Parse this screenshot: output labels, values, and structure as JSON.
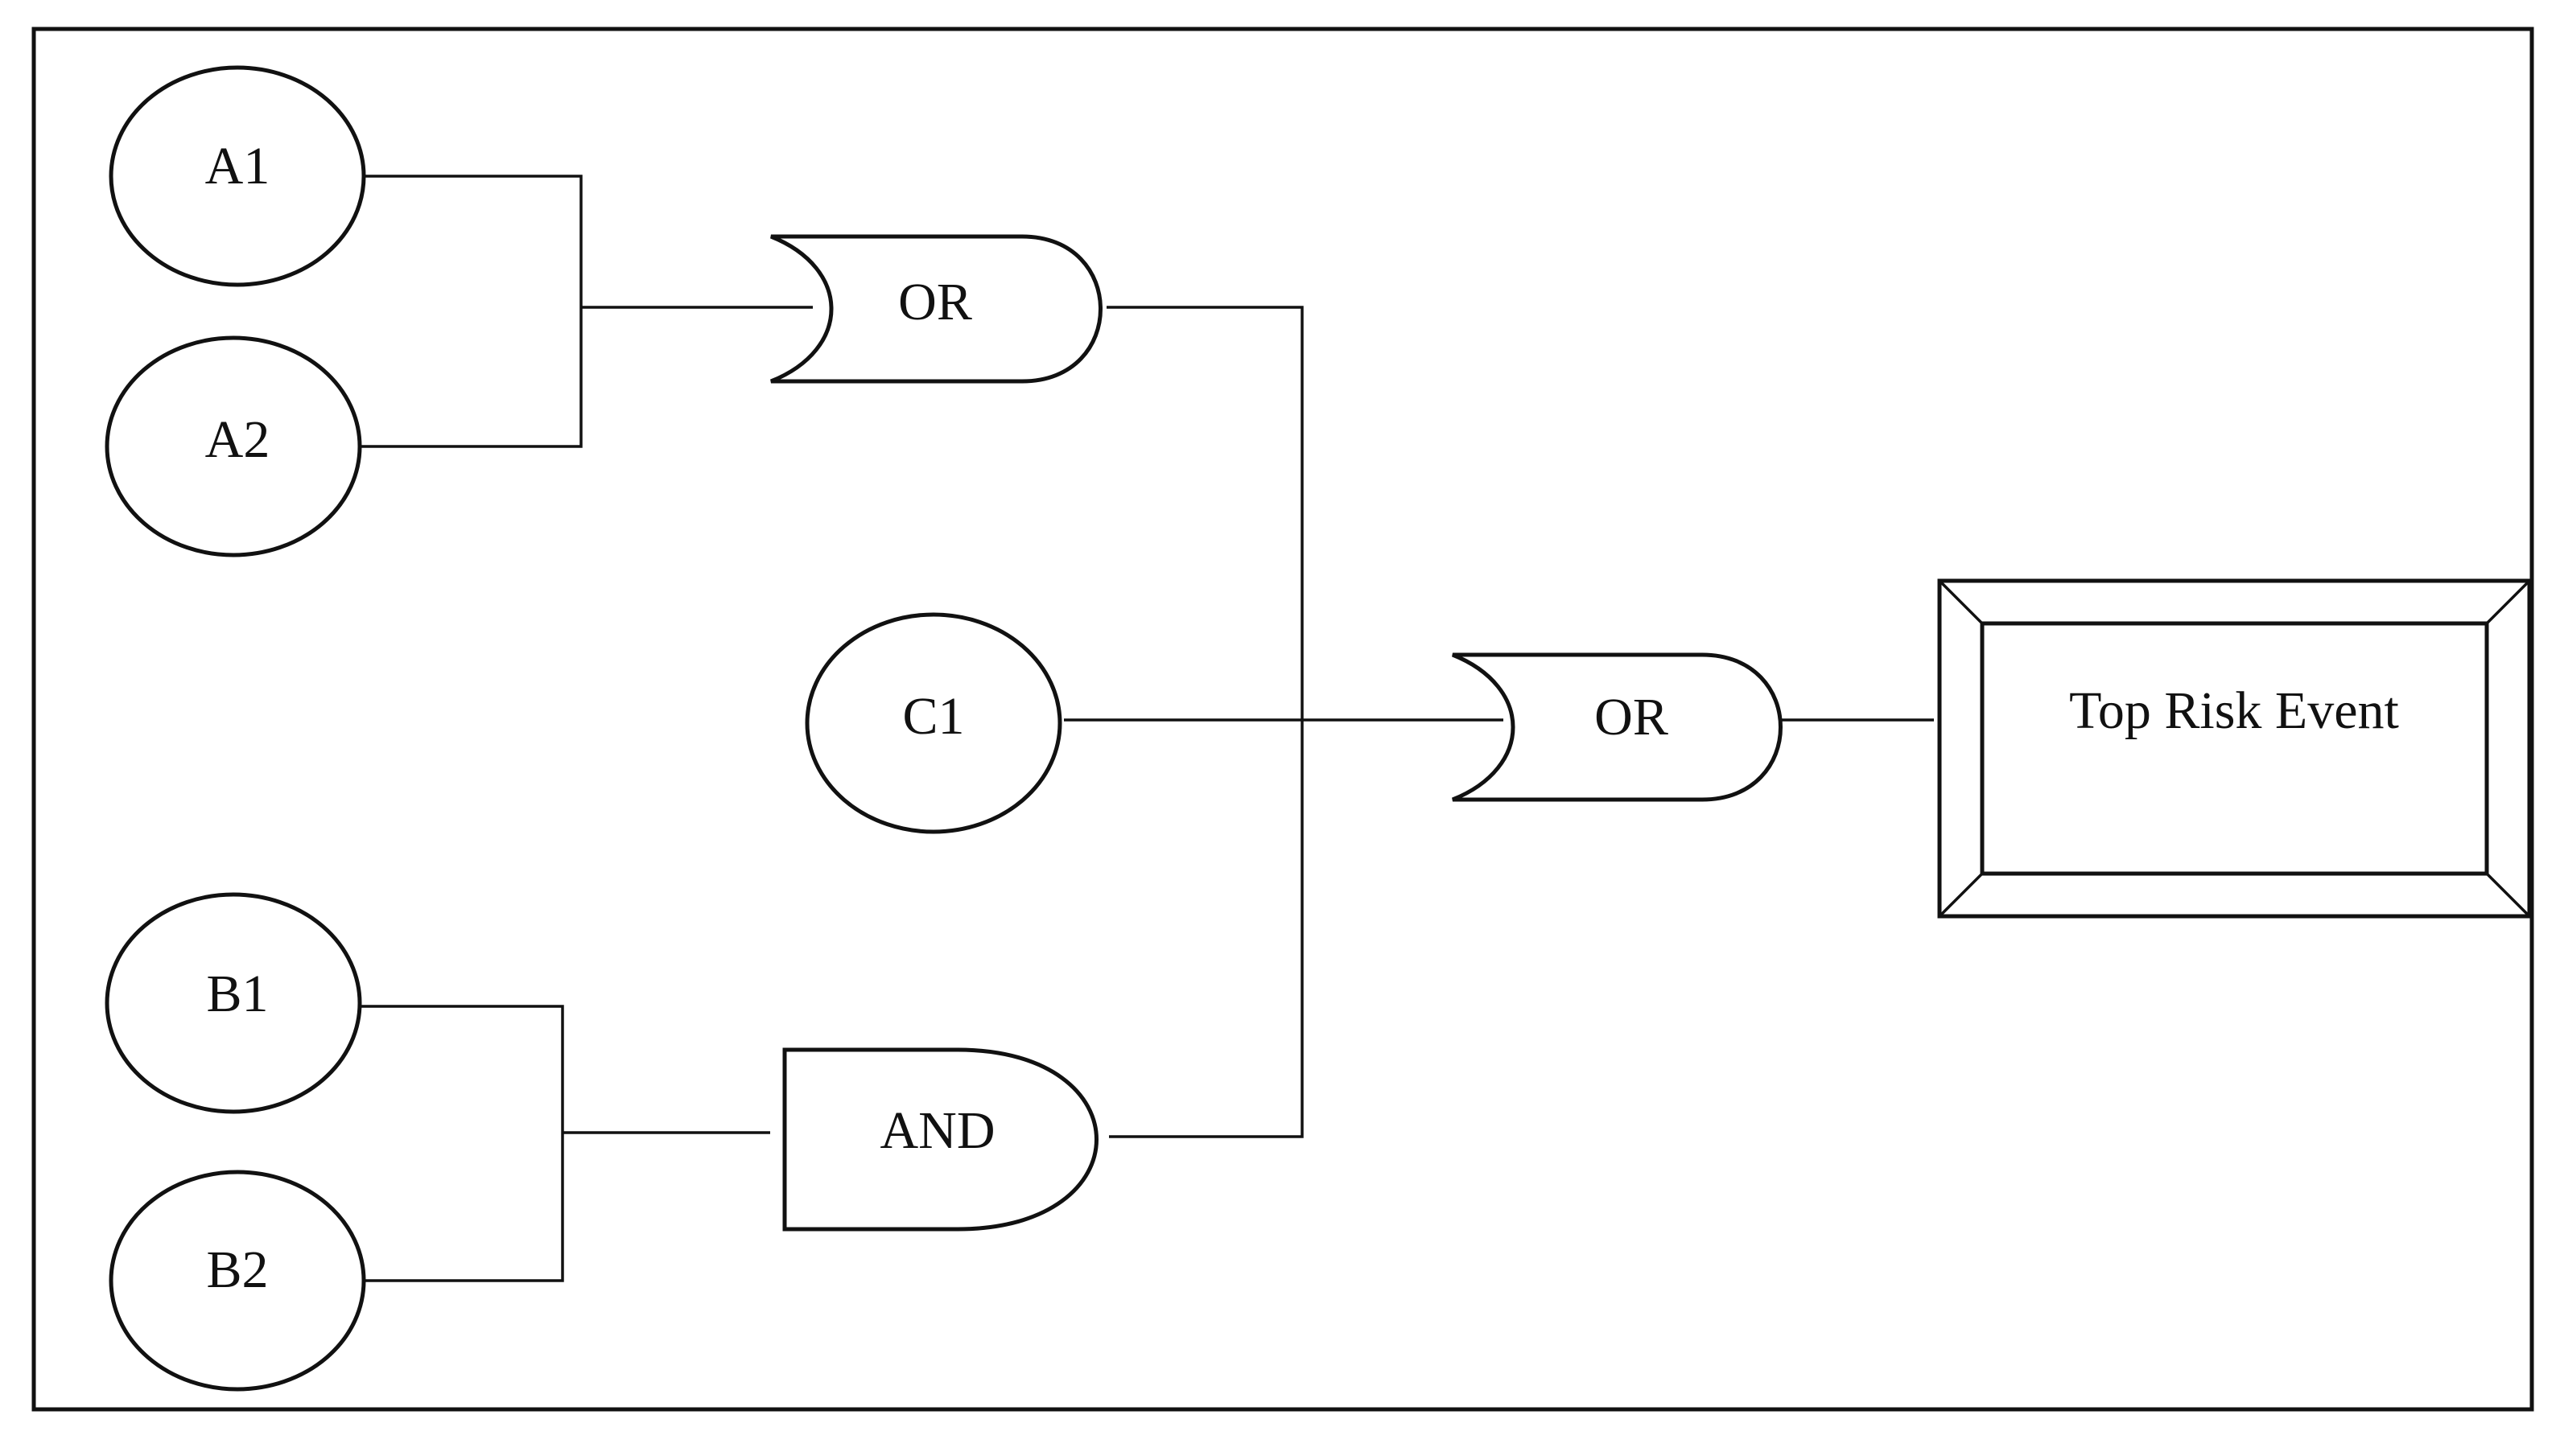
{
  "diagram": {
    "type": "fault-tree",
    "events": {
      "a1": "A1",
      "a2": "A2",
      "c1": "C1",
      "b1": "B1",
      "b2": "B2"
    },
    "gates": {
      "or_a": "OR",
      "and_b": "AND",
      "or_top": "OR"
    },
    "top_event": "Top Risk Event"
  },
  "colors": {
    "line": "#111111",
    "background": "#ffffff"
  }
}
